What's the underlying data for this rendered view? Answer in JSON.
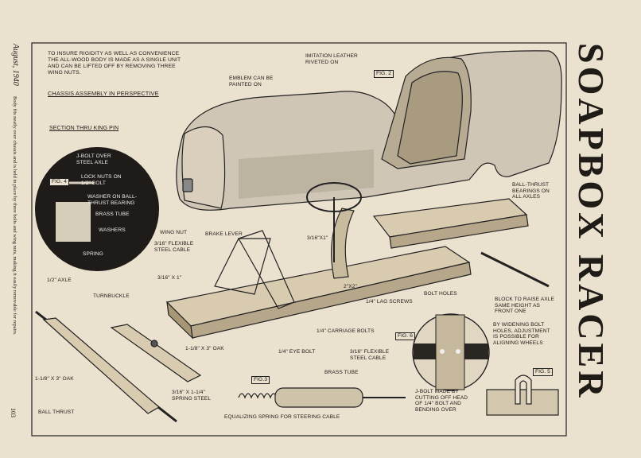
{
  "header": {
    "month": "August, 1940",
    "page_number": "103",
    "side_caption": "Body fits neatly over chassis and is held in place by three bolts and wing nuts, making it easily removable for repairs."
  },
  "title": "SOAPBOX RACER",
  "intro_note": [
    "TO INSURE RIGIDITY AS WELL AS CONVENIENCE",
    "THE ALL-WOOD BODY IS MADE AS A SINGLE UNIT",
    "AND CAN BE LIFTED OFF BY REMOVING THREE",
    "WING NUTS."
  ],
  "section_heads": {
    "chassis": "CHASSIS ASSEMBLY IN PERSPECTIVE",
    "king_pin": "SECTION THRU KING PIN"
  },
  "figures": {
    "fig2": "FIG. 2",
    "fig3": "FIG.3",
    "fig4": "FIG. 4",
    "fig5": "FIG. 5",
    "fig6": "FIG. 6"
  },
  "fig4_labels": {
    "jbolt": [
      "J-BOLT OVER",
      "STEEL AXLE"
    ],
    "lock_nuts": [
      "LOCK NUTS ON",
      "1/2\" BOLT"
    ],
    "washer_ball": [
      "WASHER ON BALL-",
      "THRUST BEARING"
    ],
    "brass_tube": "BRASS TUBE",
    "washers": "WASHERS",
    "spring": "SPRING"
  },
  "labels": {
    "emblem": [
      "EMBLEM CAN BE",
      "PAINTED ON"
    ],
    "leather": [
      "IMITATION LEATHER",
      "RIVETED ON"
    ],
    "ball_thrust_bearings": [
      "BALL-THRUST",
      "BEARINGS ON",
      "ALL AXLES"
    ],
    "wing_nut": "WING NUT",
    "brake_lever": "BRAKE LEVER",
    "flex_cable": [
      "3/16\" FLEXIBLE",
      "STEEL CABLE"
    ],
    "bolt_316_a": "3/16\"X1\"",
    "bolt_316_b": "3/16\" X 1\"",
    "half_axle": "1/2\" AXLE",
    "turnbuckle": "TURNBUCKLE",
    "oak_118": "1-1/8\" X 3\" OAK",
    "oak_118_b": "1-1/8\" X 3\" OAK",
    "ball_thrust": "BALL THRUST",
    "spring_steel": [
      "3/16\" X 1-1/4\"",
      "SPRING STEEL"
    ],
    "lag_screws": "1/4\" LAG SCREWS",
    "carriage_bolts": "1/4\" CARRIAGE BOLTS",
    "bolt_holes": "BOLT HOLES",
    "block_raise": [
      "BLOCK TO RAISE AXLE",
      "SAME HEIGHT AS",
      "FRONT ONE"
    ],
    "widening": [
      "BY WIDENING BOLT",
      "HOLES, ADJUSTMENT",
      "IS POSSIBLE FOR",
      "ALIGNING WHEELS"
    ],
    "eye_bolt": "1/4\" EYE BOLT",
    "flex_cable_b": [
      "3/16\" FLEXIBLE",
      "STEEL CABLE"
    ],
    "brass_tube": "BRASS TUBE",
    "equalizing": "EQUALIZING SPRING FOR STEERING CABLE",
    "jbolt_made": [
      "J-BOLT MADE BY",
      "CUTTING OFF HEAD",
      "OF 1/4\" BOLT AND",
      "BENDING OVER"
    ],
    "two_by_two": "2\"X2\""
  }
}
